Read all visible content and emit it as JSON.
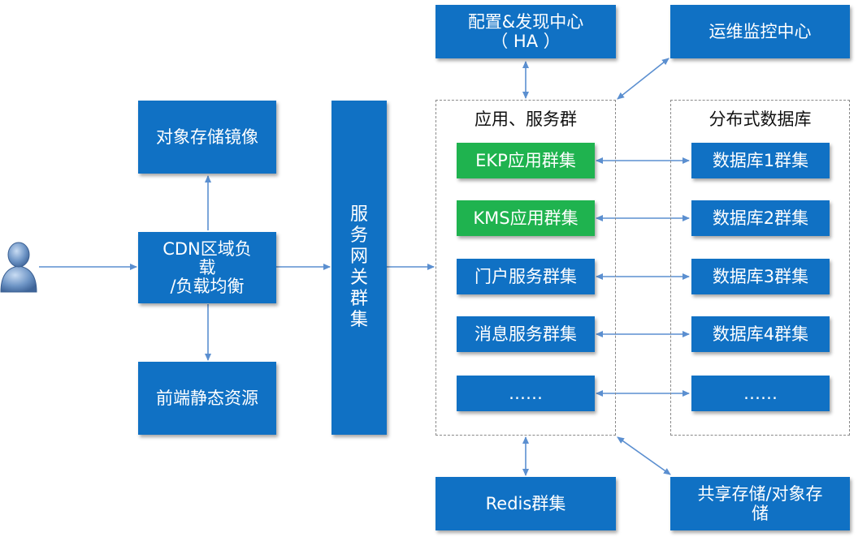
{
  "nodes": {
    "config_center": {
      "line1": "配置&发现中心",
      "line2": "（ HA ）"
    },
    "ops_center": "运维监控中心",
    "object_mirror": "对象存储镜像",
    "cdn": {
      "line1": "CDN区域负",
      "line2": "载",
      "line3": "/负载均衡"
    },
    "frontend_static": "前端静态资源",
    "gateway": [
      "服",
      "务",
      "网",
      "关",
      "群",
      "集"
    ],
    "ekp_app": "EKP应用群集",
    "kms_app": "KMS应用群集",
    "portal_service": "门户服务群集",
    "message_service": "消息服务群集",
    "more_service": "……",
    "db1": "数据库1群集",
    "db2": "数据库2群集",
    "db3": "数据库3群集",
    "db4": "数据库4群集",
    "db_more": "……",
    "redis": "Redis群集",
    "shared_storage": {
      "line1": "共享存储/对象存",
      "line2": "储"
    }
  },
  "regions": {
    "app_services": "应用、服务群",
    "distributed_db": "分布式数据库"
  },
  "colors": {
    "box": "#1071c4",
    "box_green": "#1fb34f",
    "connector": "#5b8fd0",
    "dashed_border": "#8a8a8a"
  }
}
